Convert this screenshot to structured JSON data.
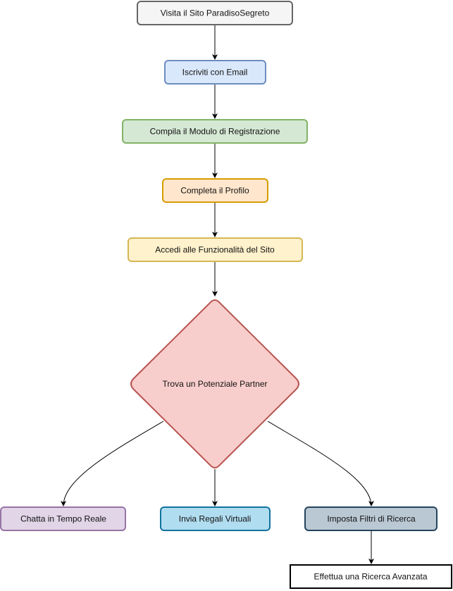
{
  "nodes": {
    "visit_site": {
      "label": "Visita il Sito ParadisoSegreto",
      "fill": "#f5f5f5",
      "stroke": "#666666"
    },
    "signup_email": {
      "label": "Iscriviti con Email",
      "fill": "#dae8fc",
      "stroke": "#6c8ebf"
    },
    "registration_form": {
      "label": "Compila il Modulo di Registrazione",
      "fill": "#d5e8d4",
      "stroke": "#82b366"
    },
    "complete_profile": {
      "label": "Completa il Profilo",
      "fill": "#ffe6cc",
      "stroke": "#d79b00"
    },
    "access_features": {
      "label": "Accedi alle Funzionalità del Sito",
      "fill": "#fff2cc",
      "stroke": "#d6b656"
    },
    "find_partner": {
      "label": "Trova un Potenziale Partner",
      "fill": "#f8cecc",
      "stroke": "#b85450"
    },
    "realtime_chat": {
      "label": "Chatta in Tempo Reale",
      "fill": "#e1d5e7",
      "stroke": "#9673a6"
    },
    "virtual_gifts": {
      "label": "Invia Regali Virtuali",
      "fill": "#b1ddf0",
      "stroke": "#10739e"
    },
    "search_filters": {
      "label": "Imposta Filtri di Ricerca",
      "fill": "#bac8d3",
      "stroke": "#23445d"
    },
    "advanced_search": {
      "label": "Effettua una Ricerca Avanzata",
      "fill": "#ffffff",
      "stroke": "#000000"
    }
  },
  "edge_color": "#000000"
}
